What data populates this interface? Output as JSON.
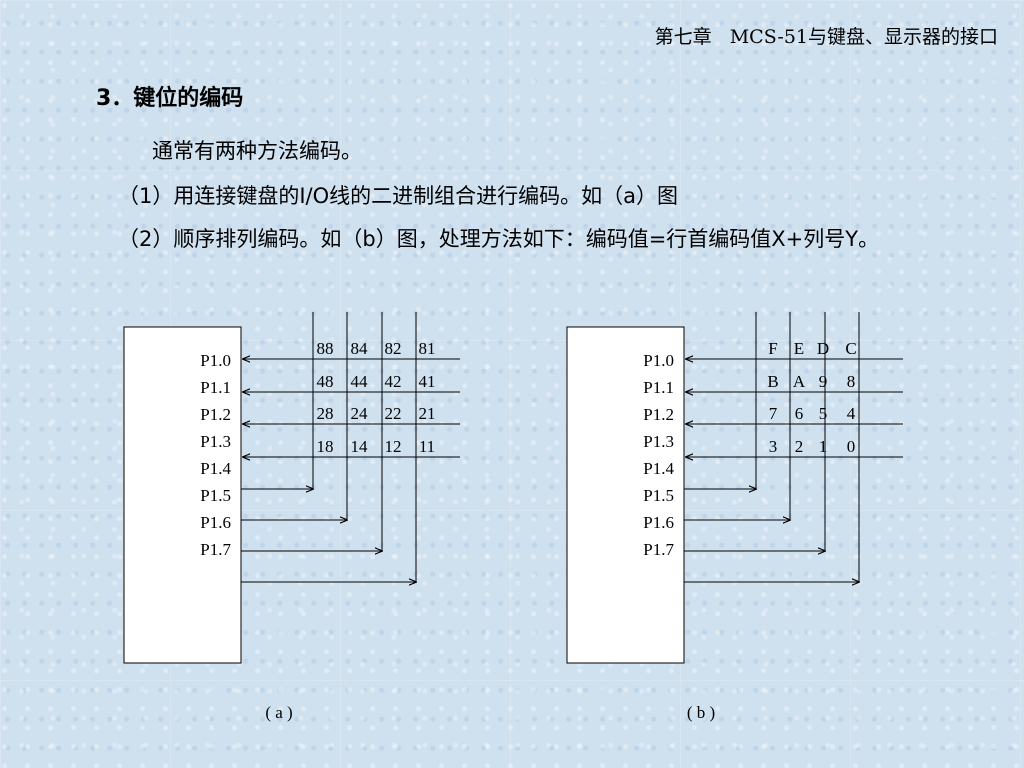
{
  "header": {
    "title": "第七章   MCS-51与键盘、显示器的接口"
  },
  "heading": "3．键位的编码",
  "paragraphs": {
    "p1": "通常有两种方法编码。",
    "p2": "（1）用连接键盘的I/O线的二进制组合进行编码。如（a）图",
    "p3": "（2）顺序排列编码。如（b）图，处理方法如下：编码值=行首编码值X+列号Y。"
  },
  "diagram_a": {
    "ports": [
      "P1.0",
      "P1.1",
      "P1.2",
      "P1.3",
      "P1.4",
      "P1.5",
      "P1.6",
      "P1.7"
    ],
    "codes": [
      [
        "88",
        "84",
        "82",
        "81"
      ],
      [
        "48",
        "44",
        "42",
        "41"
      ],
      [
        "28",
        "24",
        "22",
        "21"
      ],
      [
        "18",
        "14",
        "12",
        "11"
      ]
    ],
    "caption": "( a )"
  },
  "diagram_b": {
    "ports": [
      "P1.0",
      "P1.1",
      "P1.2",
      "P1.3",
      "P1.4",
      "P1.5",
      "P1.6",
      "P1.7"
    ],
    "codes": [
      [
        "F",
        "E",
        "D",
        "C"
      ],
      [
        "B",
        "A",
        "9",
        "8"
      ],
      [
        "7",
        "6",
        "5",
        "4"
      ],
      [
        "3",
        "2",
        "1",
        "0"
      ]
    ],
    "caption": "( b )"
  }
}
